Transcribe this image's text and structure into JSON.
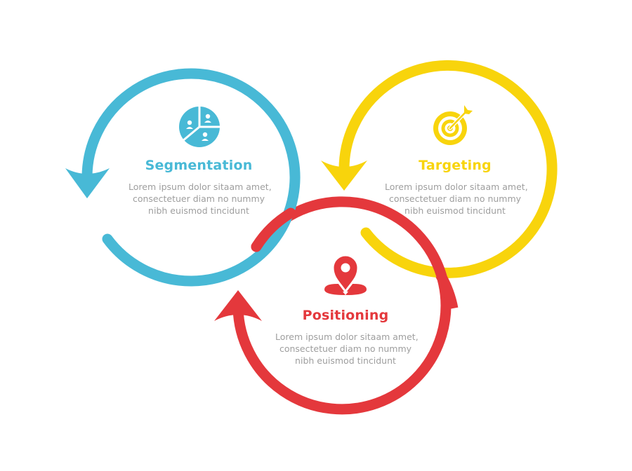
{
  "colors": {
    "segmentation": "#48b9d6",
    "targeting": "#f8d40c",
    "positioning": "#e4383c",
    "description": "#9e9e9e",
    "background": "#ffffff"
  },
  "steps": [
    {
      "id": "segmentation",
      "title": "Segmentation",
      "icon": "pie-chart-people-icon",
      "description": [
        "Lorem ipsum dolor sitaam amet,",
        "consectetuer diam no nummy",
        "nibh euismod tincidunt"
      ]
    },
    {
      "id": "targeting",
      "title": "Targeting",
      "icon": "target-dart-icon",
      "description": [
        "Lorem ipsum dolor sitaam amet,",
        "consectetuer diam no nummy",
        "nibh euismod tincidunt"
      ]
    },
    {
      "id": "positioning",
      "title": "Positioning",
      "icon": "map-pin-icon",
      "description": [
        "Lorem ipsum dolor sitaam amet,",
        "consectetuer diam no nummy",
        "nibh euismod tincidunt"
      ]
    }
  ]
}
